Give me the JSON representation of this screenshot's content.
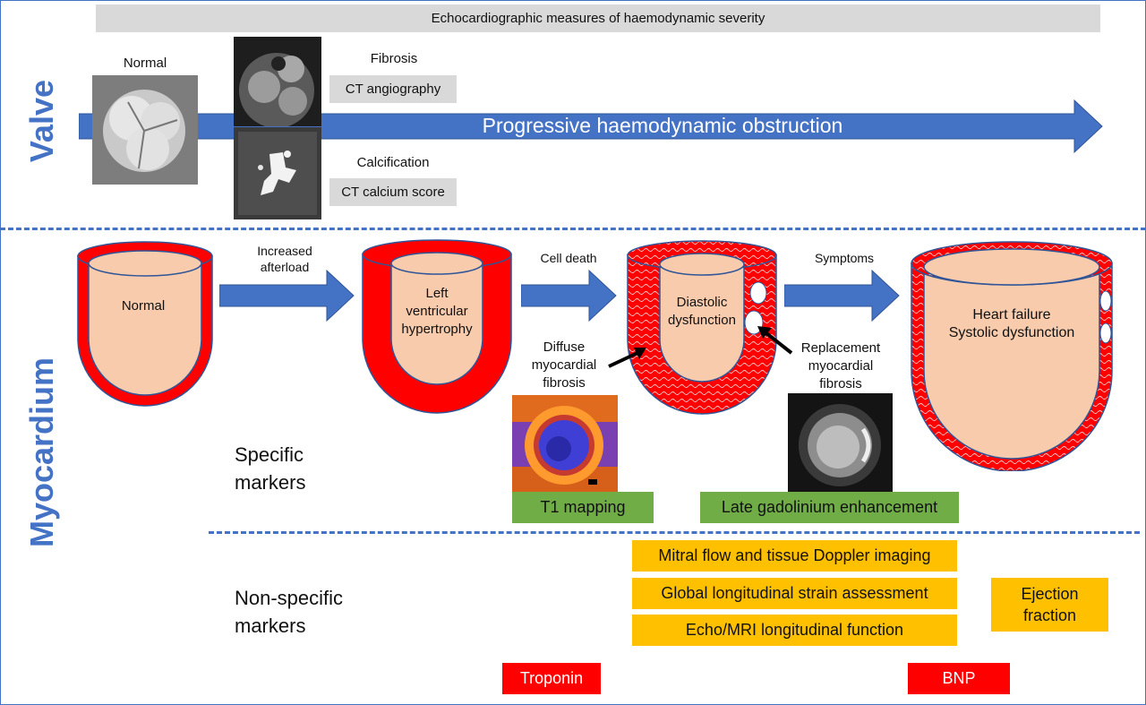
{
  "banner": "Echocardiographic measures of haemodynamic severity",
  "valve": {
    "side_label": "Valve",
    "normal_label": "Normal",
    "fibrosis_label": "Fibrosis",
    "ct_angiography": "CT angiography",
    "calcification_label": "Calcification",
    "ct_calcium_score": "CT calcium score",
    "arrow_text": "Progressive haemodynamic obstruction"
  },
  "myocardium": {
    "side_label": "Myocardium",
    "hearts": [
      {
        "label": "Normal"
      },
      {
        "label_lines": [
          "Left",
          "ventricular",
          "hypertrophy"
        ]
      },
      {
        "label_lines": [
          "Diastolic",
          "dysfunction"
        ]
      },
      {
        "label_lines": [
          "Heart failure",
          "Systolic dysfunction"
        ]
      }
    ],
    "arrows": [
      {
        "label_lines": [
          "Increased",
          "afterload"
        ]
      },
      {
        "label": "Cell death"
      },
      {
        "label": "Symptoms"
      }
    ],
    "diffuse_fibrosis_lines": [
      "Diffuse",
      "myocardial",
      "fibrosis"
    ],
    "replacement_fibrosis_lines": [
      "Replacement",
      "myocardial",
      "fibrosis"
    ],
    "specific_markers_lines": [
      "Specific",
      "markers"
    ],
    "t1_mapping": "T1 mapping",
    "late_gadolinium": "Late gadolinium enhancement",
    "nonspecific_markers_lines": [
      "Non-specific",
      "markers"
    ],
    "mitral_flow": "Mitral flow and tissue Doppler imaging",
    "global_strain": "Global longitudinal strain assessment",
    "echo_mri": "Echo/MRI longitudinal function",
    "ejection_fraction_lines": [
      "Ejection",
      "fraction"
    ],
    "troponin": "Troponin",
    "bnp": "BNP"
  },
  "colors": {
    "accent_blue": "#4472c4",
    "myocardium_red": "#ff0000",
    "cavity_peach": "#f8cbad",
    "marker_green": "#70ad47",
    "marker_orange": "#ffc000",
    "banner_grey": "#d9d9d9"
  }
}
